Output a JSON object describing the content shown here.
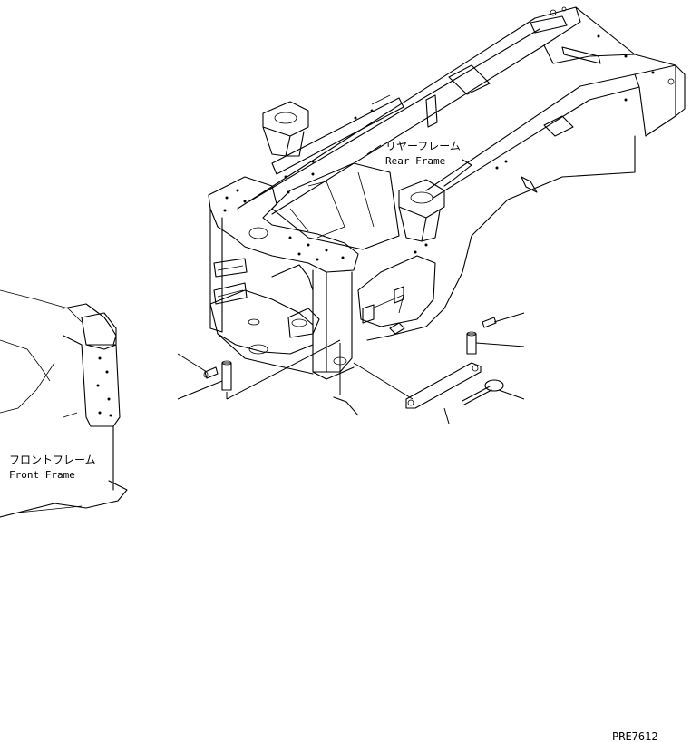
{
  "labels": {
    "rear_frame_jp": "リヤーフレーム",
    "rear_frame_en": "Rear Frame",
    "front_frame_jp": "フロントフレーム",
    "front_frame_en": "Front Frame",
    "drawing_code": "PRE7612"
  },
  "colors": {
    "line": "#000000",
    "background": "#ffffff"
  }
}
